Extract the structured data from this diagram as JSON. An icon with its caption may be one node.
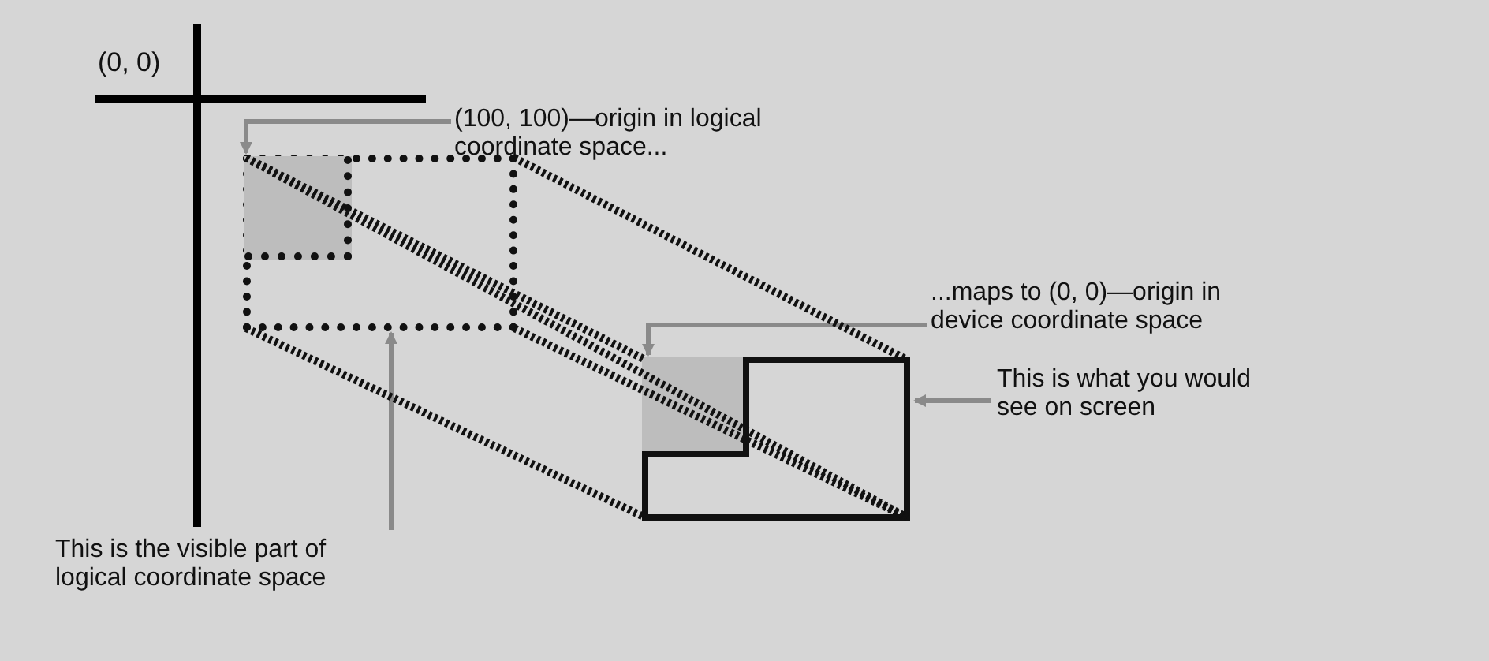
{
  "diagram": {
    "nodes": [
      {
        "text": [
          "(100, 100)—origin in logical coordinate space..."
        ]
      },
      {
        "text": [
          "...maps to (0, 0)—origin in device coordinate space"
        ]
      },
      {
        "text": [
          "This is what you would see on screen"
        ]
      },
      {
        "text": [
          "This is the visible part of logical coordinate space"
        ]
      },
      {
        "text": [],
        "shape": "box"
      },
      {
        "text": [],
        "shape": "box"
      }
    ],
    "edges": [
      {
        "from": 0,
        "to": 4,
        "arrow": "to",
        "color": "#8a8a8a"
      },
      {
        "from": 1,
        "to": 5,
        "arrow": "to",
        "color": "#8a8a8a"
      },
      {
        "from": 2,
        "to": 5,
        "arrow": "to",
        "color": "#8a8a8a"
      },
      {
        "from": 3,
        "to": 4,
        "arrow": "to",
        "color": "#8a8a8a"
      },
      {
        "from": 4,
        "to": 5,
        "arrow": "none",
        "style": "dashed"
      },
      {
        "from": 4,
        "to": 5,
        "arrow": "none",
        "style": "dashed"
      },
      {
        "from": 4,
        "to": 5,
        "arrow": "none",
        "style": "dashed"
      },
      {
        "from": 4,
        "to": 5,
        "arrow": "none",
        "style": "dashed"
      },
      {
        "from": 4,
        "to": 5,
        "arrow": "none",
        "style": "dashed"
      }
    ],
    "labels": [
      "(0, 0)"
    ]
  }
}
